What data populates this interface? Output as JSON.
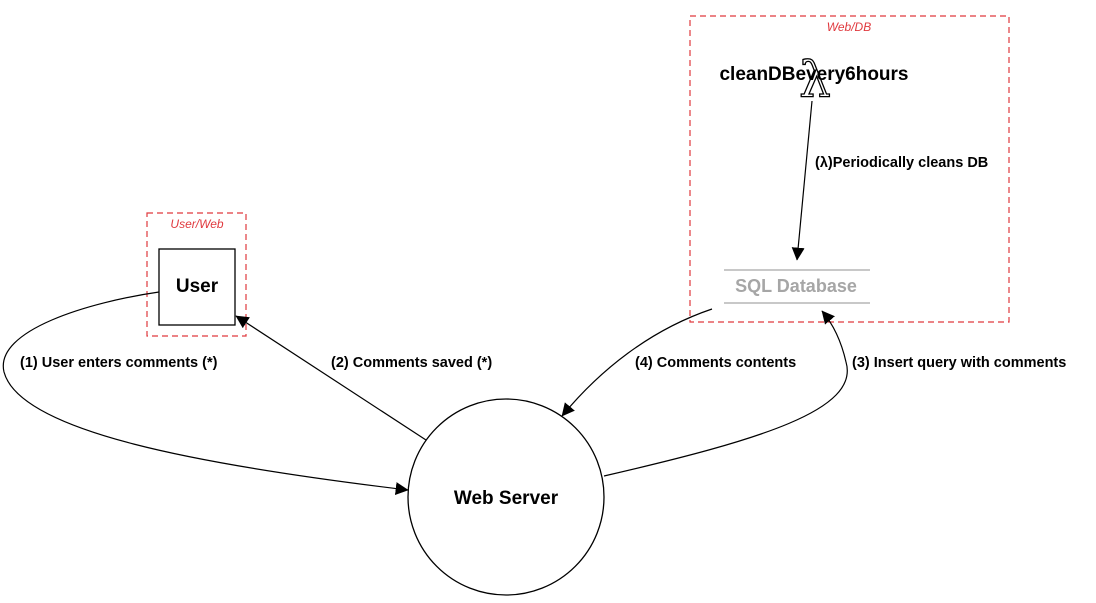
{
  "boundaries": {
    "user_web": {
      "label": "User/Web"
    },
    "web_db": {
      "label": "Web/DB"
    }
  },
  "nodes": {
    "user": {
      "label": "User",
      "kind": "actor"
    },
    "web_server": {
      "label": "Web Server",
      "kind": "process"
    },
    "sql_database": {
      "label": "SQL Database",
      "kind": "datastore"
    },
    "lambda": {
      "label": "cleanDBevery6hours",
      "kind": "lambda",
      "icon": "lambda-icon",
      "glyph": "λ"
    }
  },
  "flows": [
    {
      "id": "flow1",
      "from": "user",
      "to": "web_server",
      "label": "(1) User enters comments (*)"
    },
    {
      "id": "flow2",
      "from": "web_server",
      "to": "user",
      "label": "(2) Comments saved (*)"
    },
    {
      "id": "flow3",
      "from": "web_server",
      "to": "sql_database",
      "label": "(3) Insert query with comments"
    },
    {
      "id": "flow4",
      "from": "sql_database",
      "to": "web_server",
      "label": "(4) Comments contents"
    },
    {
      "id": "flow5",
      "from": "lambda",
      "to": "sql_database",
      "label": "(λ)Periodically cleans DB"
    }
  ],
  "colors": {
    "boundary": "#e0393e",
    "datastore_text": "#a6a6a6",
    "datastore_lines": "#b5b5b5",
    "stroke": "#000000"
  }
}
